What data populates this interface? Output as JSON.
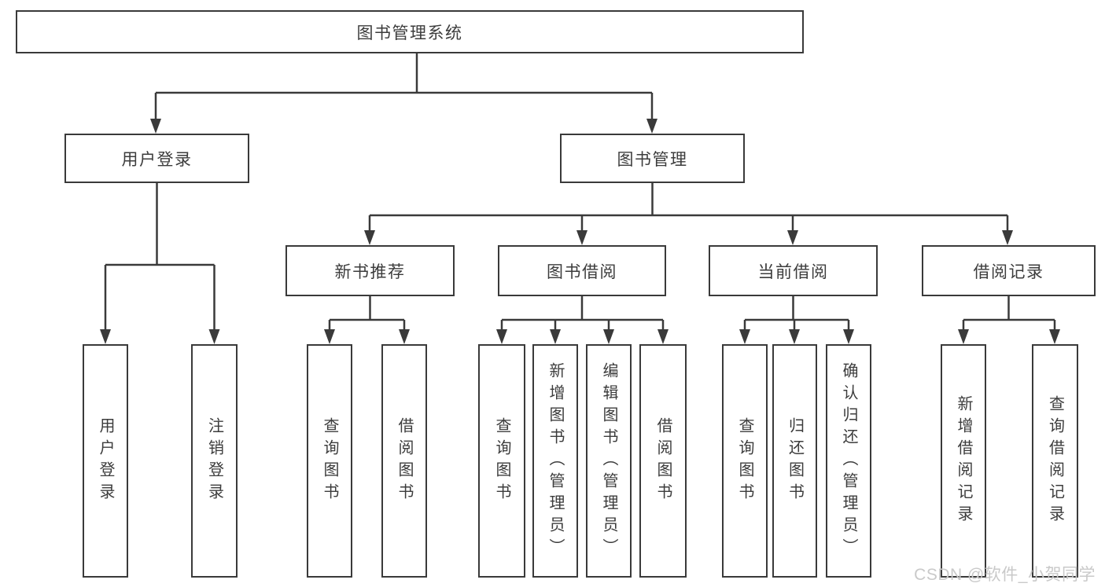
{
  "colors": {
    "line": "#3a3a3a",
    "text": "#3c3c3c",
    "background": "#ffffff",
    "watermark_color": "#c9c9c9"
  },
  "watermark": {
    "text": "CSDN @软件_小贺同学"
  },
  "tree": {
    "id": "library-system",
    "label": "图书管理系统",
    "children": [
      {
        "id": "user-login",
        "label": "用户登录",
        "children": [
          {
            "id": "login-action",
            "label": "用户登录"
          },
          {
            "id": "logout",
            "label": "注销登录"
          }
        ]
      },
      {
        "id": "book-management",
        "label": "图书管理",
        "children": [
          {
            "id": "new-book-recommend",
            "label": "新书推荐",
            "children": [
              {
                "id": "query-books",
                "label": "查询图书"
              },
              {
                "id": "borrow-books",
                "label": "借阅图书"
              }
            ]
          },
          {
            "id": "book-borrowing",
            "label": "图书借阅",
            "children": [
              {
                "id": "query-books",
                "label": "查询图书"
              },
              {
                "id": "add-books-admin",
                "label": "新增图书（管理员）"
              },
              {
                "id": "edit-books-admin",
                "label": "编辑图书（管理员）"
              },
              {
                "id": "borrow-books",
                "label": "借阅图书"
              }
            ]
          },
          {
            "id": "current-borrowing",
            "label": "当前借阅",
            "children": [
              {
                "id": "query-books",
                "label": "查询图书"
              },
              {
                "id": "return-books",
                "label": "归还图书"
              },
              {
                "id": "confirm-return-admin",
                "label": "确认归还（管理员）"
              }
            ]
          },
          {
            "id": "borrow-records",
            "label": "借阅记录",
            "children": [
              {
                "id": "add-borrow-record",
                "label": "新增借阅记录"
              },
              {
                "id": "query-borrow-record",
                "label": "查询借阅记录"
              }
            ]
          }
        ]
      }
    ]
  }
}
